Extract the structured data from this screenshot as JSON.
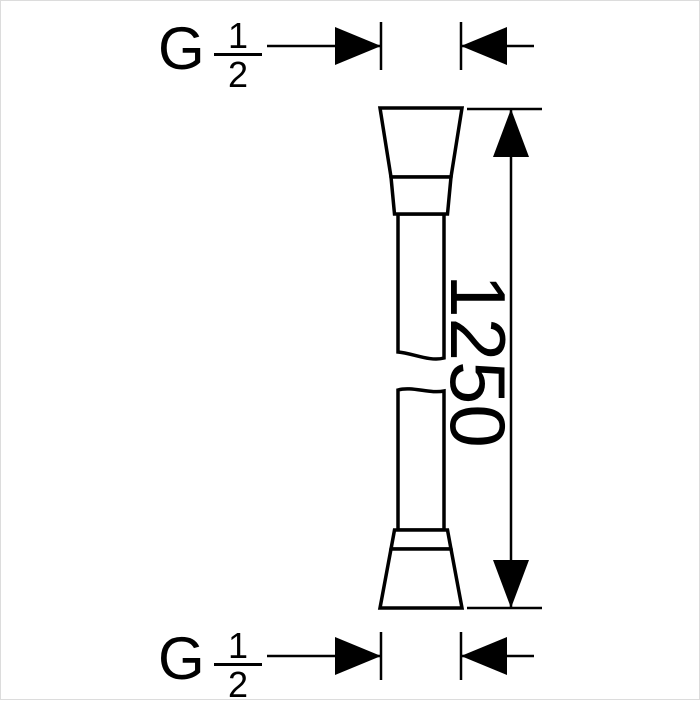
{
  "drawing": {
    "background_color": "#ffffff",
    "line_color": "#000000",
    "top_thread": {
      "prefix": "G",
      "fraction_numerator": "1",
      "fraction_denominator": "2"
    },
    "bottom_thread": {
      "prefix": "G",
      "fraction_numerator": "1",
      "fraction_denominator": "2"
    },
    "length_dimension": {
      "value": "1250"
    }
  }
}
